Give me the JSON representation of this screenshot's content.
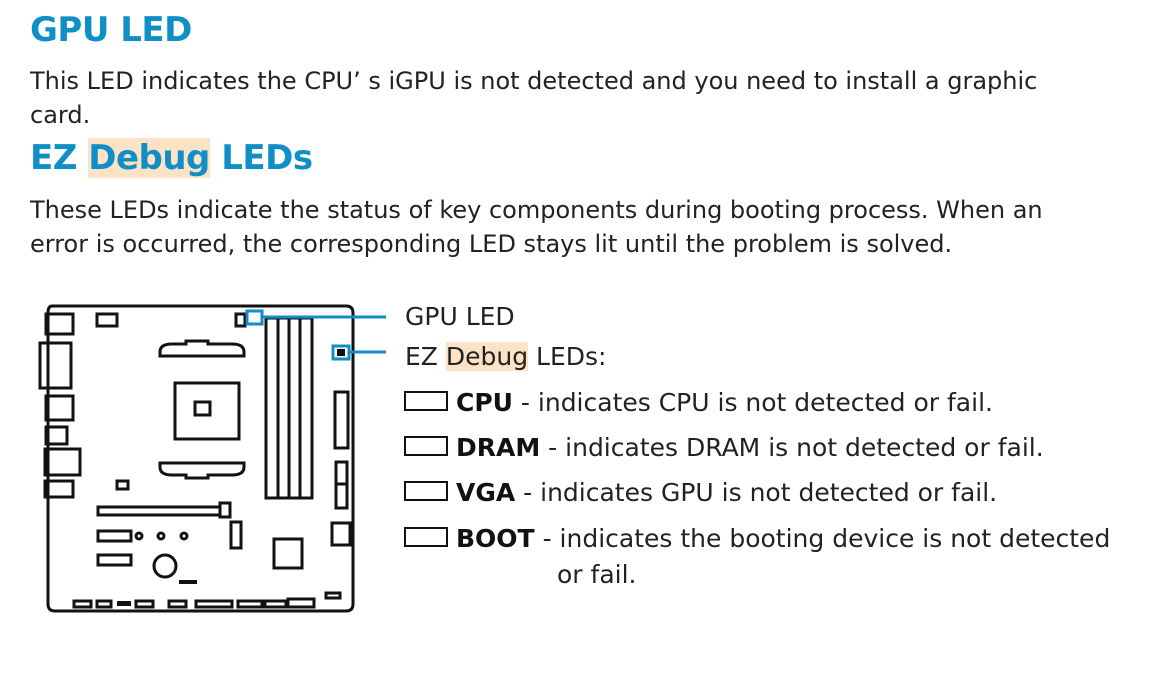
{
  "sections": {
    "gpu_led": {
      "heading": "GPU LED",
      "body_line1": "This LED indicates the CPU’ s iGPU is not detected and you need to install a graphic",
      "body_line2": "card."
    },
    "ez_debug": {
      "heading_prefix": "EZ ",
      "heading_highlight": "Debug",
      "heading_suffix": " LEDs",
      "body_line1": "These LEDs indicate the status of key components during booting process. When an",
      "body_line2": "error is occurred, the corresponding LED stays lit until the problem is solved."
    }
  },
  "diagram": {
    "callout_gpu": "GPU LED",
    "callout_ez_prefix": "EZ ",
    "callout_ez_highlight": "Debug",
    "callout_ez_suffix": " LEDs:",
    "legend": [
      {
        "name": "CPU",
        "desc": " - indicates CPU is not detected or fail."
      },
      {
        "name": "DRAM",
        "desc": " - indicates DRAM is not detected or fail."
      },
      {
        "name": "VGA",
        "desc": " - indicates GPU is not detected or fail."
      },
      {
        "name": "BOOT",
        "desc": " - indicates the booting device is not detected",
        "desc2": "or fail."
      }
    ],
    "accent_color": "#0f8fc6",
    "highlight_color": "#fde3c5"
  }
}
